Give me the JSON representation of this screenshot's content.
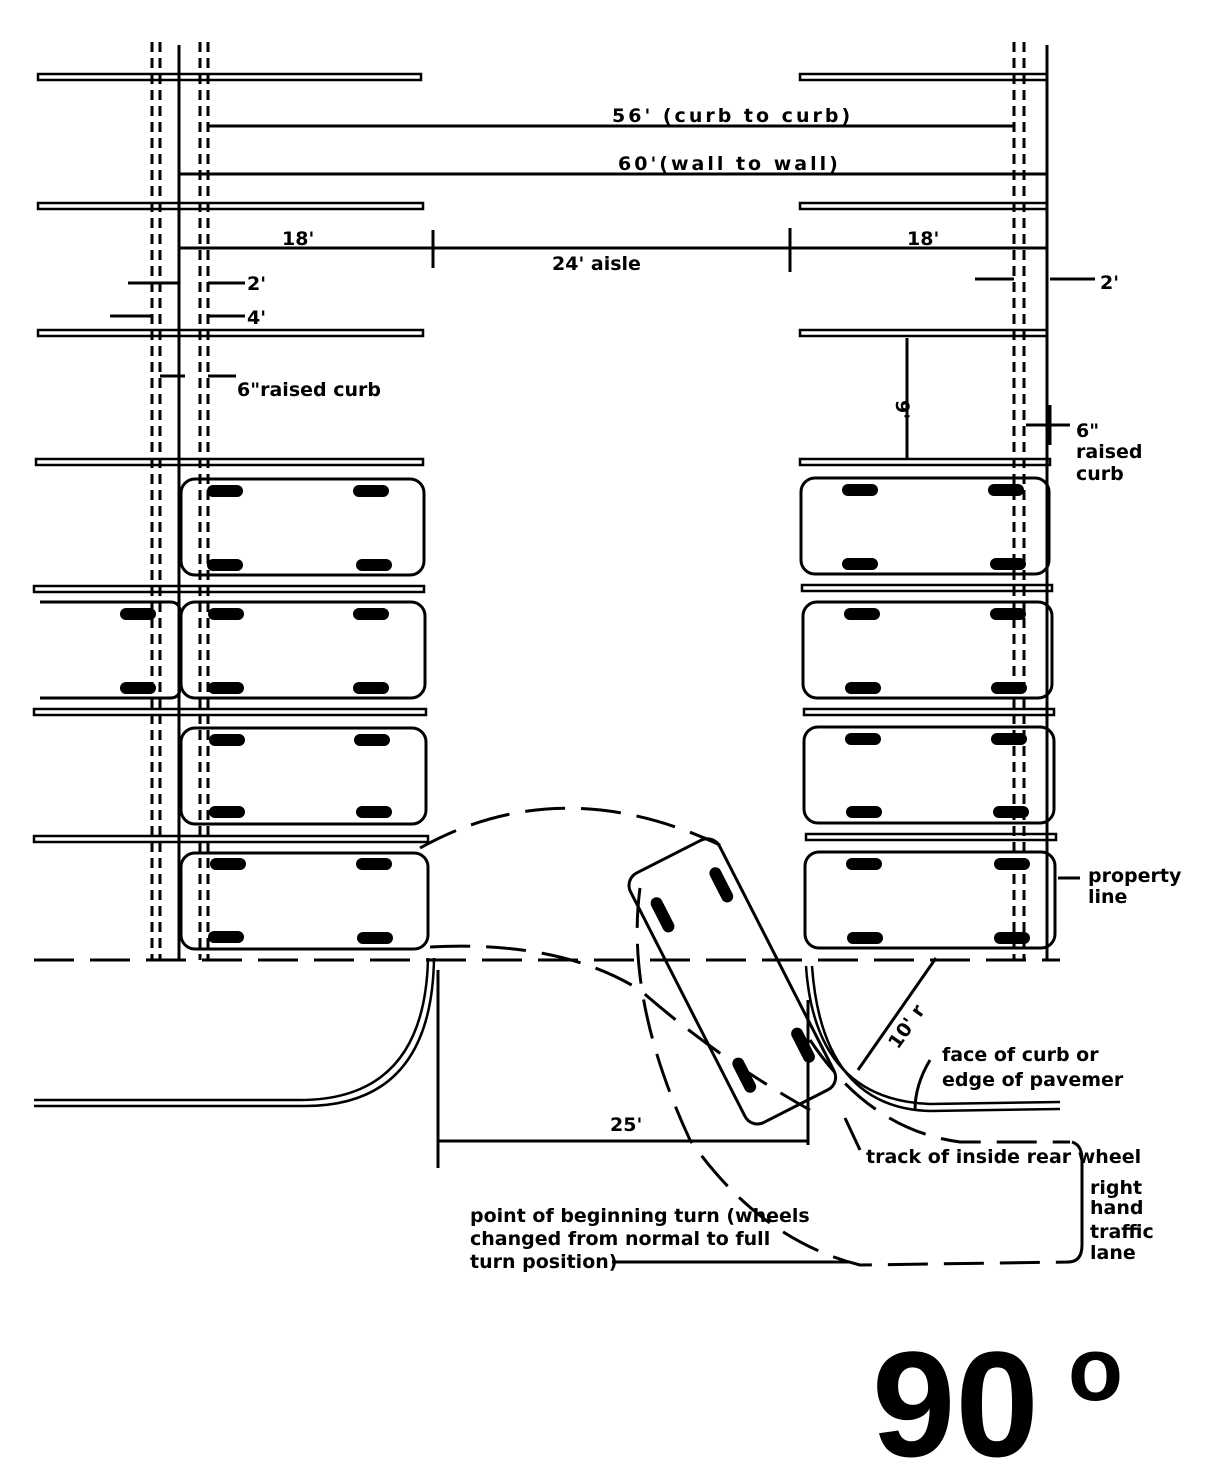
{
  "title": "90°",
  "title_main": "90",
  "title_degree": "o",
  "dimensions": {
    "curb_to_curb": "56' (curb  to  curb)",
    "wall_to_wall": "60'(wall  to  wall)",
    "stall_depth_left": "18'",
    "stall_depth_right": "18'",
    "aisle": "24' aisle",
    "left_offset_2": "2'",
    "left_offset_4": "4'",
    "right_offset_2": "2'",
    "stall_width": "9'",
    "entrance_width": "25'",
    "turn_radius": "10' r"
  },
  "annotations": {
    "raised_curb_left": "6\"raised curb",
    "raised_curb_right": [
      "6\"",
      "raised",
      "curb"
    ],
    "property_line": [
      "property",
      "line"
    ],
    "face_of_curb": [
      "face  of  curb  or",
      "edge  of  pavemer"
    ],
    "track": "track  of  inside  rear  wheel",
    "traffic_lane": [
      "right",
      "hand",
      "traffic",
      "lane"
    ],
    "beginning_turn": [
      "point  of  beginning  turn (wheels",
      "changed  from  normal  to  full",
      "turn position)"
    ]
  },
  "parking": {
    "left_row_cars": 4,
    "right_row_cars": 4,
    "turning_cars": 1
  },
  "colors": {
    "ink": "#000000",
    "paper": "#ffffff"
  }
}
